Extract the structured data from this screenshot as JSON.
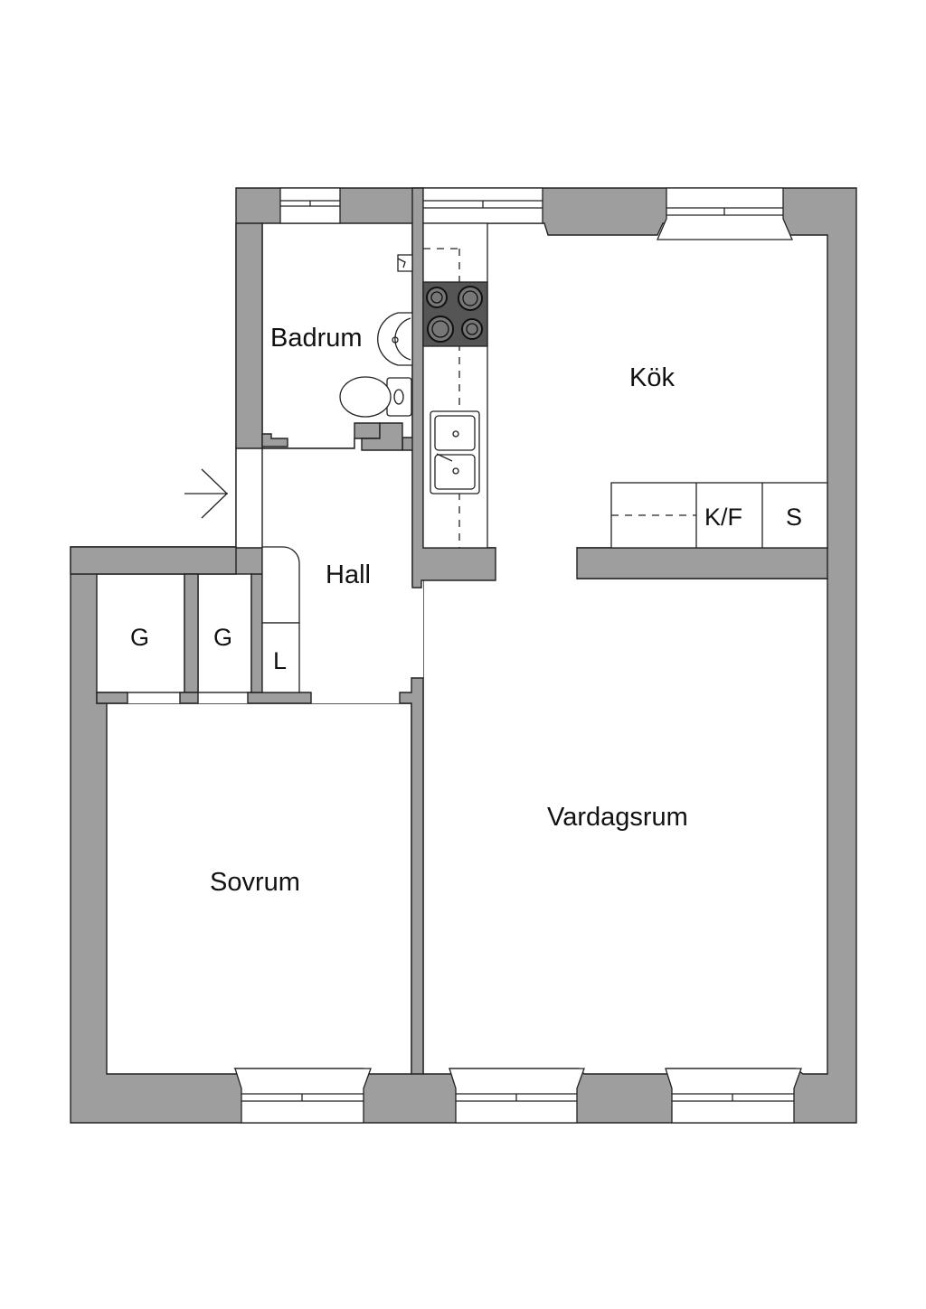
{
  "rooms": {
    "badrum": "Badrum",
    "kok": "Kök",
    "hall": "Hall",
    "sovrum": "Sovrum",
    "vardagsrum": "Vardagsrum"
  },
  "storage": {
    "closet_1": "G",
    "closet_2": "G",
    "linen": "L",
    "fridge_freezer": "K/F",
    "cabinet": "S"
  },
  "icons": {
    "entrance": "entrance-arrow-icon",
    "stove": "stove-icon",
    "sink": "kitchen-sink-icon",
    "washbasin": "washbasin-icon",
    "toilet": "toilet-icon",
    "faucet": "faucet-icon"
  },
  "colors": {
    "wall": "#9e9e9e",
    "stove": "#555555",
    "outline": "#222222"
  }
}
